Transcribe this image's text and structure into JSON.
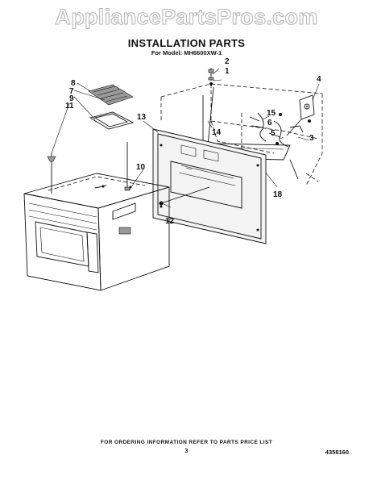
{
  "watermark": "AppliancePartsPros.com",
  "header": {
    "title": "INSTALLATION PARTS",
    "subtitle": "For Model: MH6600XW-1"
  },
  "callouts": {
    "c2": "2",
    "c1": "1",
    "c4": "4",
    "c8": "8",
    "c7": "7",
    "c9": "9",
    "c11": "11",
    "c13": "13",
    "c14": "14",
    "c15": "15",
    "c6": "6",
    "c5": "5",
    "c3": "3",
    "c10": "10",
    "c12": "12",
    "c18": "18"
  },
  "footer": {
    "note": "FOR ORDERING INFORMATION REFER TO PARTS PRICE LIST",
    "page_number": "3",
    "doc_number": "4358160"
  }
}
